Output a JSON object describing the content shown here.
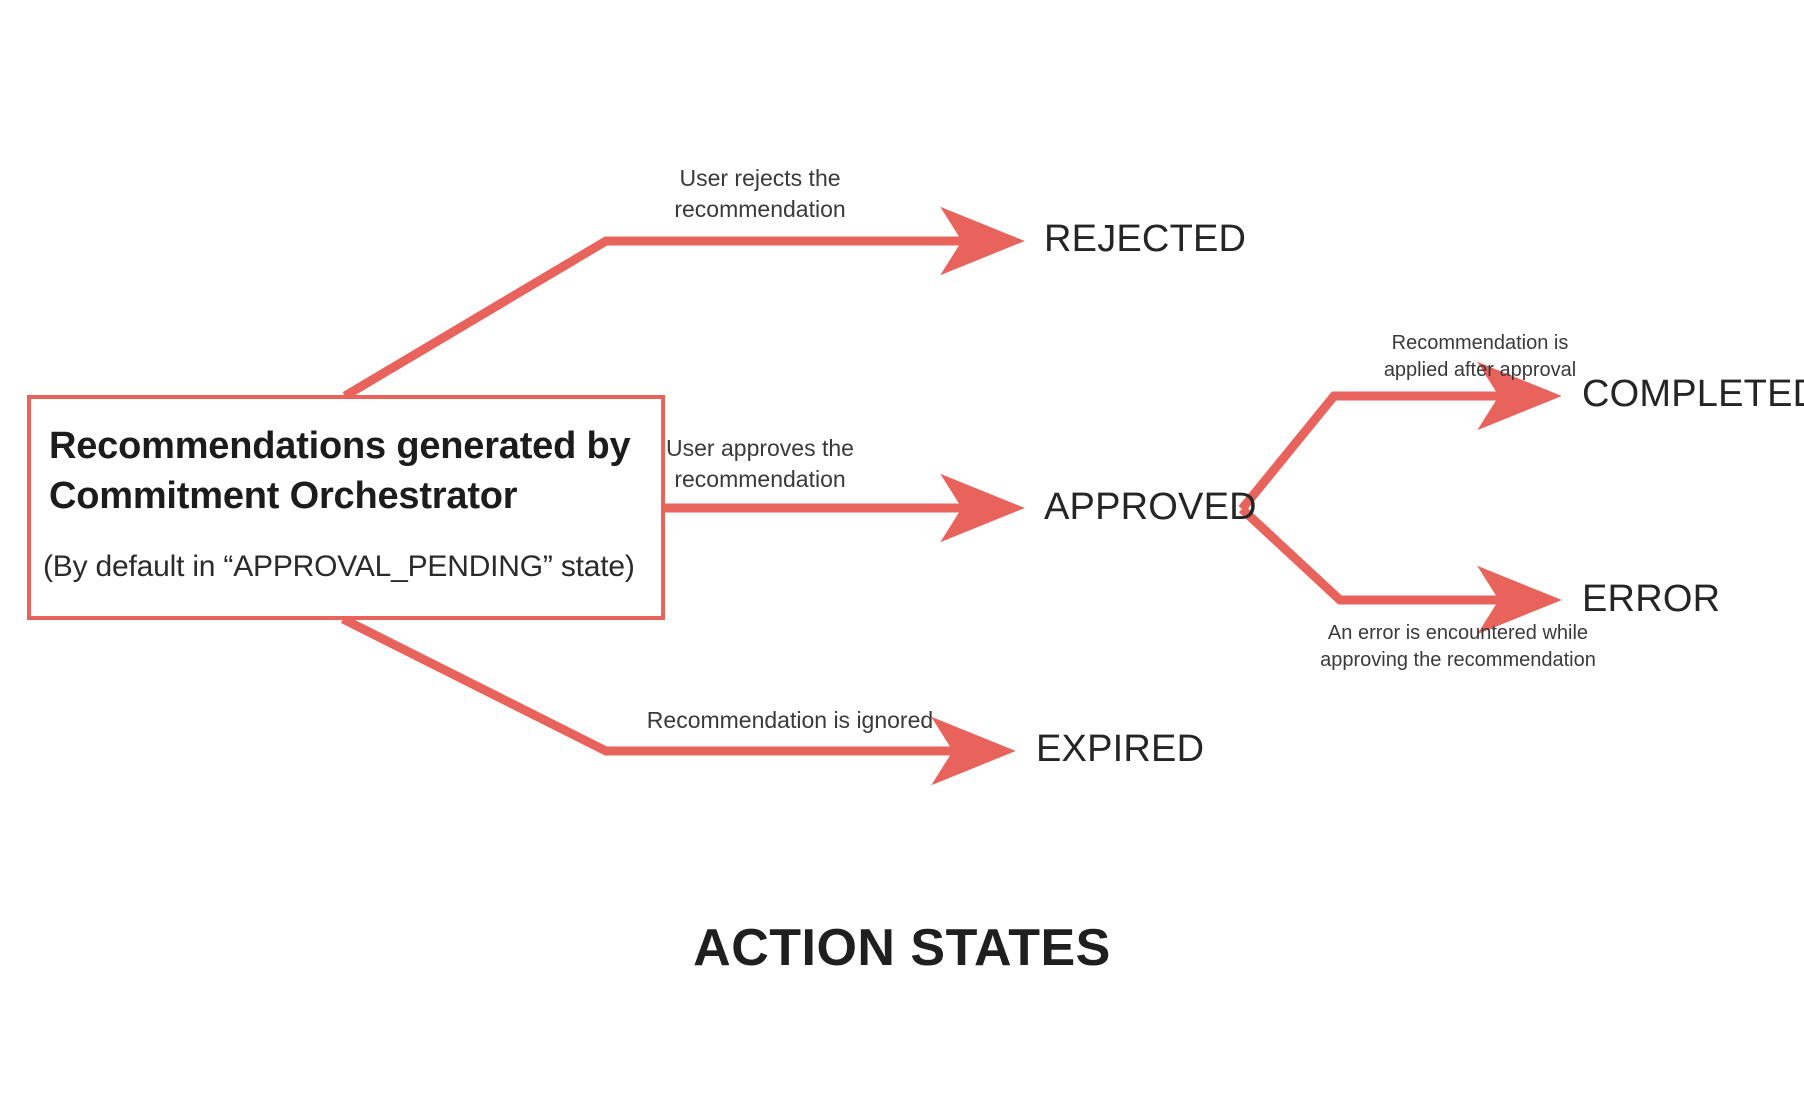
{
  "diagram": {
    "title": "ACTION STATES",
    "accent_color": "#E8635C",
    "text_color": "#252525",
    "background": "#ffffff",
    "source_node": {
      "title": "Recommendations generated by Commitment Orchestrator",
      "subtitle": "(By default in “APPROVAL_PENDING” state)"
    },
    "states": {
      "rejected": "REJECTED",
      "approved": "APPROVED",
      "expired": "EXPIRED",
      "completed": "COMPLETED",
      "error": "ERROR"
    },
    "edges": {
      "to_rejected": "User rejects the\nrecommendation",
      "to_approved": "User approves the\nrecommendation",
      "to_expired": "Recommendation is ignored",
      "to_completed": "Recommendation is\napplied after approval",
      "to_error": "An error is encountered while\napproving the recommendation"
    }
  }
}
